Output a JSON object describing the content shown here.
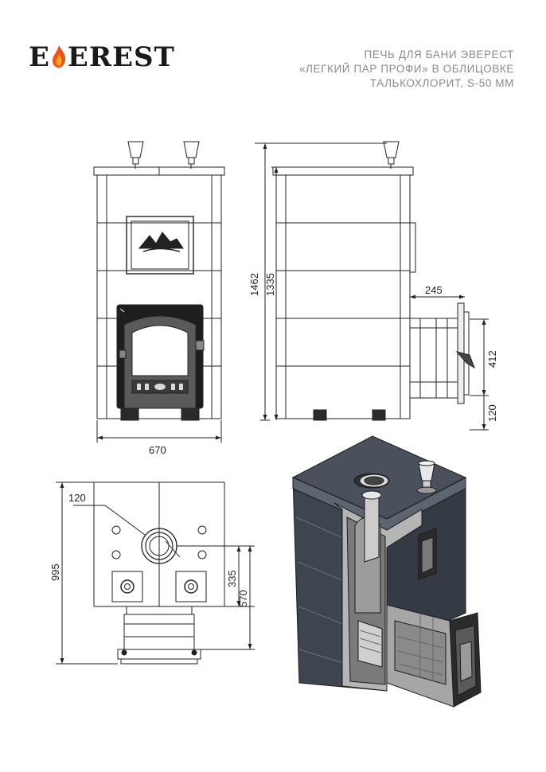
{
  "brand": {
    "prefix": "E",
    "suffix": "EREST",
    "flame_colors": [
      "#e8561a",
      "#f6a623"
    ]
  },
  "title_lines": [
    "ПЕЧЬ ДЛЯ БАНИ ЭВЕРЕСТ",
    "«ЛЕГКИЙ ПАР ПРОФИ» В ОБЛИЦОВКЕ",
    "ТАЛЬКОХЛОРИТ, S-50 ММ"
  ],
  "dimensions": {
    "front_width": "670",
    "total_height": "1462",
    "body_height": "1335",
    "door_depth": "245",
    "door_height": "412",
    "leg_height": "120",
    "top_depth": "995",
    "flue_diameter": "120",
    "flue_offset_1": "335",
    "flue_offset_2": "570"
  },
  "colors": {
    "line": "#222222",
    "stone": "#3f4650",
    "stone_light": "#5a626d",
    "interior": "#9a9a9a"
  }
}
